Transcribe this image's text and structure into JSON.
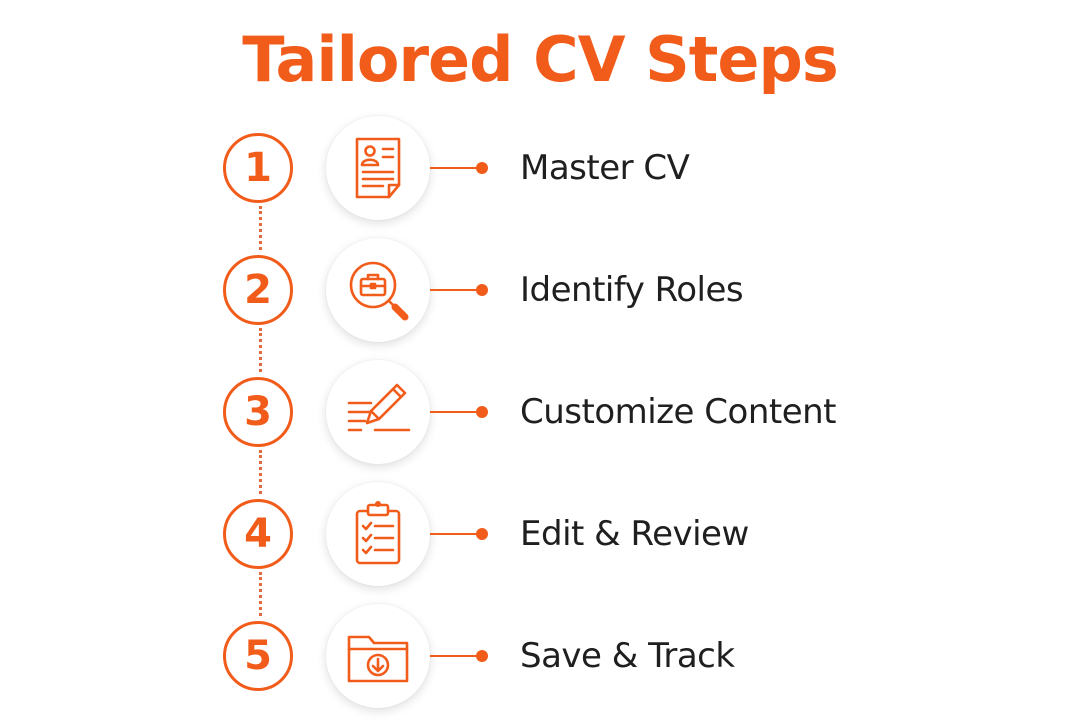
{
  "title": "Tailored CV Steps",
  "accent_color": "#f25c1b",
  "steps": [
    {
      "number": "1",
      "label": "Master CV",
      "icon": "resume-document-icon"
    },
    {
      "number": "2",
      "label": "Identify Roles",
      "icon": "briefcase-search-icon"
    },
    {
      "number": "3",
      "label": "Customize Content",
      "icon": "text-pencil-icon"
    },
    {
      "number": "4",
      "label": "Edit & Review",
      "icon": "clipboard-checklist-icon"
    },
    {
      "number": "5",
      "label": "Save & Track",
      "icon": "folder-download-icon"
    }
  ]
}
